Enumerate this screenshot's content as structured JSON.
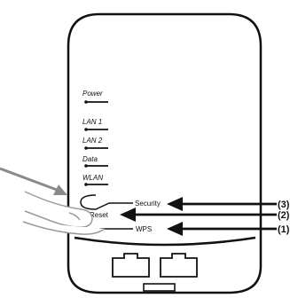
{
  "device": {
    "leds": [
      "Power",
      "LAN 1",
      "LAN 2",
      "Data",
      "WLAN"
    ],
    "buttons": {
      "security": "Security",
      "reset": "Reset",
      "wps": "WPS"
    },
    "callouts": [
      "(3)",
      "(2)",
      "(1)"
    ]
  },
  "colors": {
    "outline": "#111111",
    "hand_stroke": "#9a9a9a",
    "pointer_arrow": "#8a8a8a",
    "background": "#ffffff"
  },
  "icons": [
    "hand-icon",
    "ethernet-port-icon",
    "arrow-icon"
  ]
}
